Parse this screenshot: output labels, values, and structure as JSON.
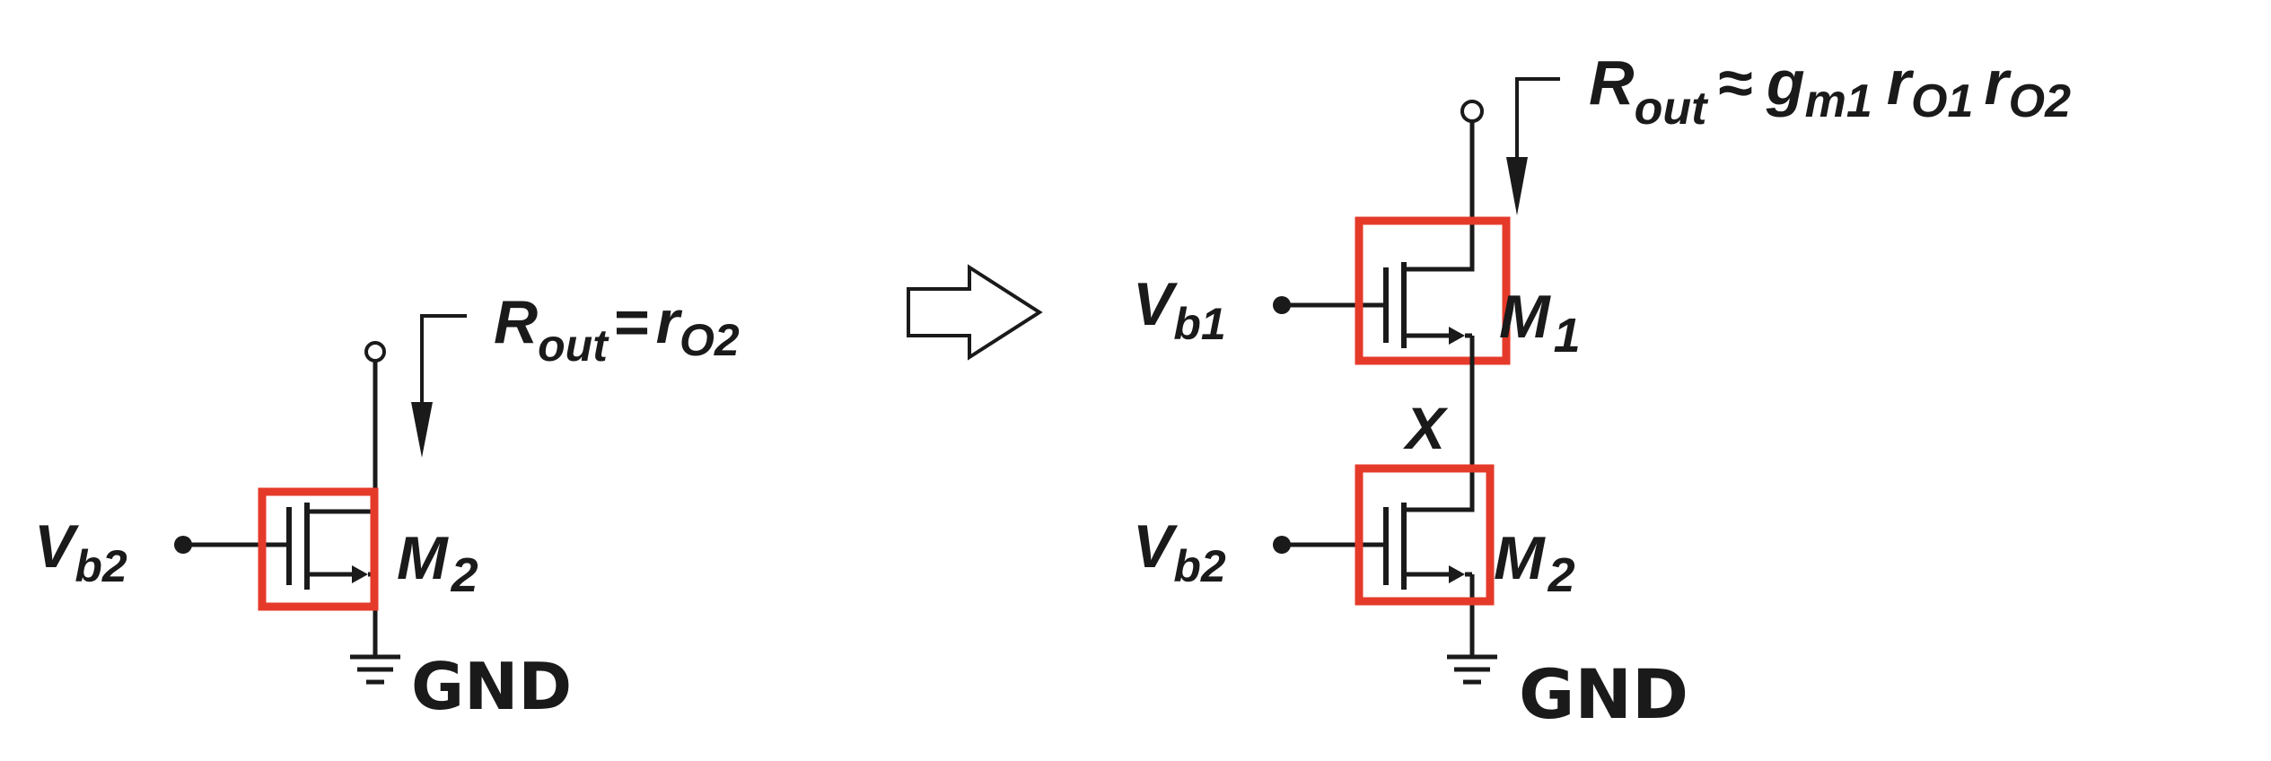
{
  "left_circuit": {
    "gate_label_main": "V",
    "gate_label_sub": "b2",
    "transistor_label_main": "M",
    "transistor_label_sub": "2",
    "rout_main": "R",
    "rout_sub": "out",
    "rout_eq": "=",
    "rout_r": "r",
    "rout_r_sub": "O2",
    "ground_label": "GND"
  },
  "right_circuit": {
    "gate1_label_main": "V",
    "gate1_label_sub": "b1",
    "gate2_label_main": "V",
    "gate2_label_sub": "b2",
    "m1_label_main": "M",
    "m1_label_sub": "1",
    "m2_label_main": "M",
    "m2_label_sub": "2",
    "node_label": "X",
    "rout_main": "R",
    "rout_sub": "out",
    "rout_approx": "≈",
    "gm_main": "g",
    "gm_sub": "m1",
    "r1_main": "r",
    "r1_sub": "O1",
    "r2_main": "r",
    "r2_sub": "O2",
    "ground_label": "GND"
  },
  "colors": {
    "wire": "#1a1a1a",
    "highlight": "#e53a2a"
  },
  "icons": [
    "transition-arrow-icon",
    "ground-icon"
  ]
}
